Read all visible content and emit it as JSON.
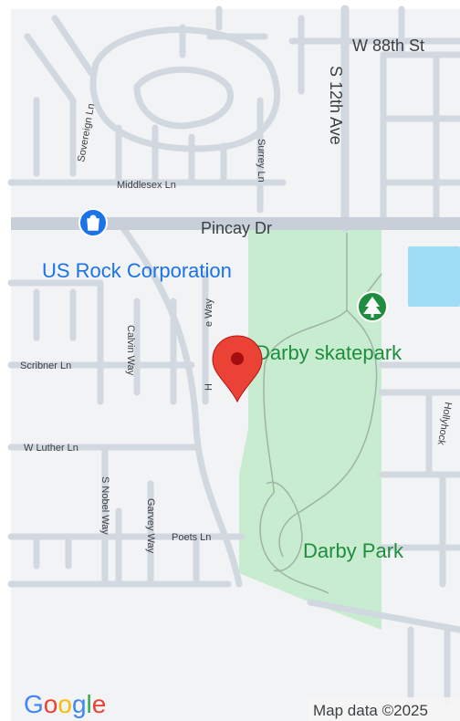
{
  "map": {
    "streets": {
      "w88th": "W 88th St",
      "s12th": "S 12th Ave",
      "pincay": "Pincay Dr",
      "middlesex": "Middlesex Ln",
      "surrey": "Surrey Ln",
      "sovereign": "Sovereign Ln",
      "calvin": "Calvin Way",
      "hampshire": "H   e Way",
      "scribner": "Scribner Ln",
      "wluther": "W Luther Ln",
      "snobel": "S Nobel Way",
      "garvey": "Garvey Way",
      "poets": "Poets Ln",
      "hollyhock": "Hollyhock"
    },
    "places": {
      "us_rock": "US Rock Corporation",
      "skatepark": "Darby skatepark",
      "park": "Darby Park"
    },
    "attribution": "Map data ©2025",
    "logo": "Google",
    "icons": {
      "pin": "map-pin-icon",
      "shopping": "shopping-bag-icon",
      "park": "tree-icon"
    },
    "colors": {
      "background": "#f1f3f4",
      "road": "#d2d8e0",
      "major_road": "#c8cfd9",
      "park": "#c8eccf",
      "water": "#9fdcf6",
      "place_label": "#1a73e8",
      "park_label": "#1e8e3e",
      "pin": "#ea4335"
    }
  }
}
